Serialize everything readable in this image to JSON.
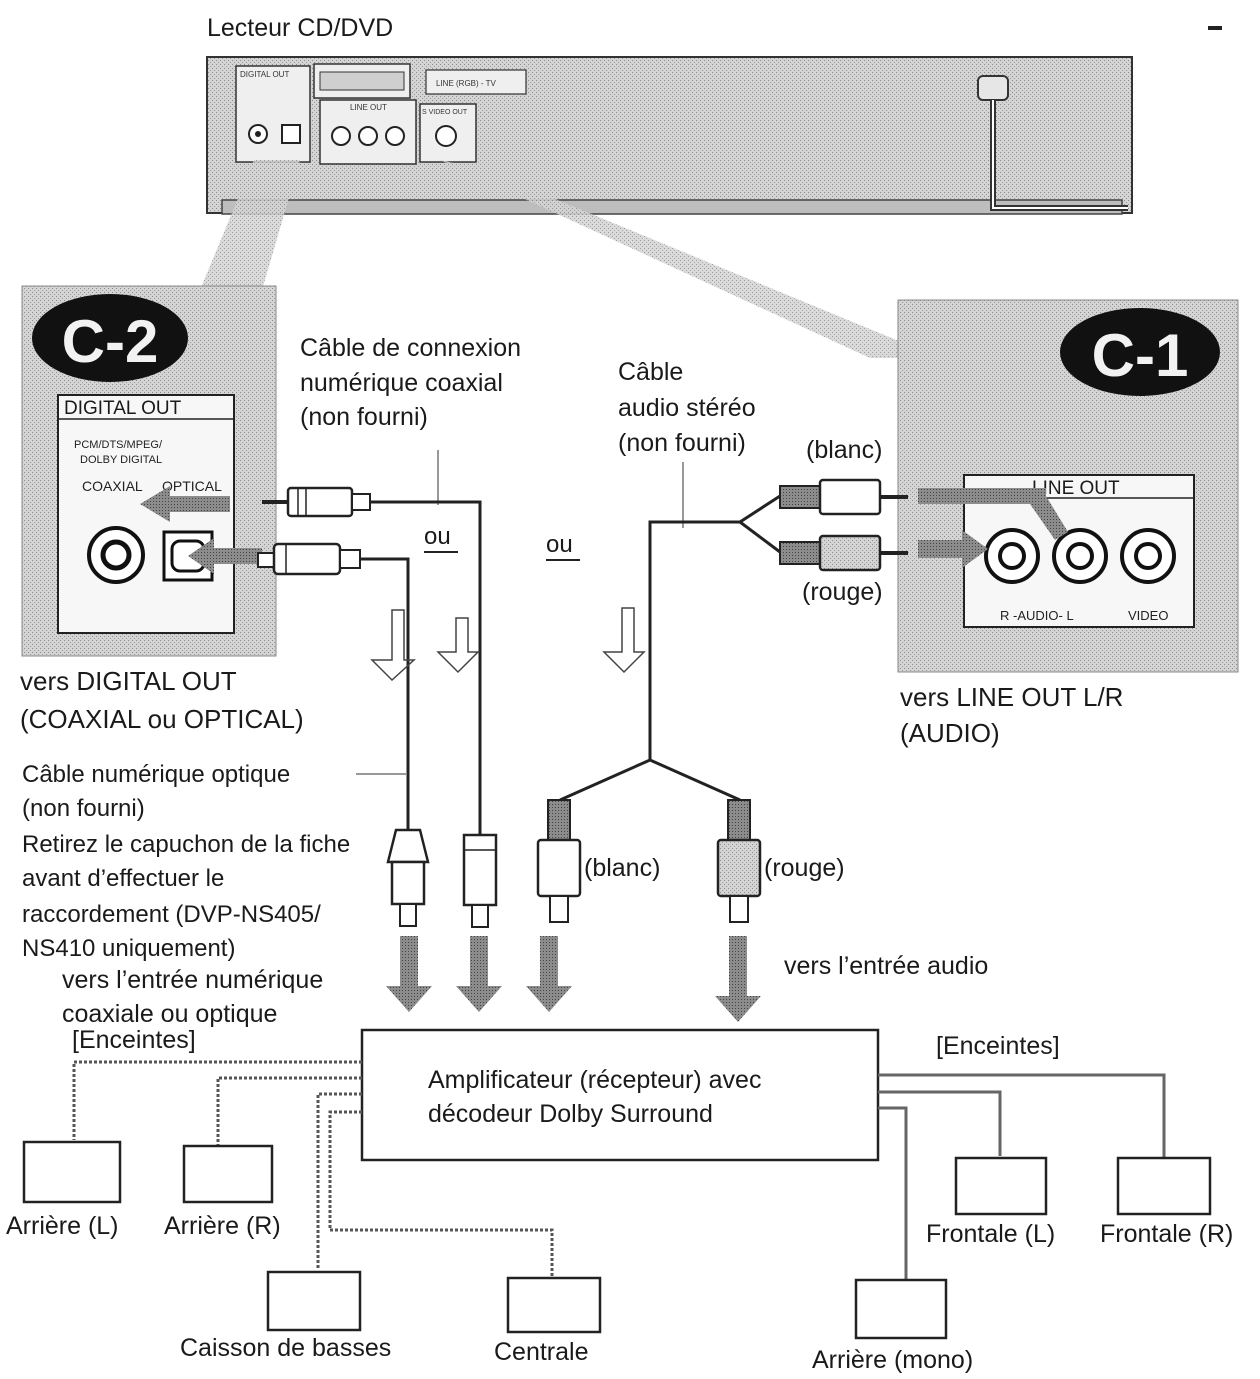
{
  "player": {
    "title": "Lecteur CD/DVD",
    "panel_labels": {
      "digital_out": "DIGITAL OUT",
      "line_out": "LINE OUT",
      "s_video_out": "S VIDEO OUT",
      "line_rgb": "LINE (RGB) - TV"
    }
  },
  "badges": {
    "c2": "C-2",
    "c1": "C-1"
  },
  "c2_panel": {
    "header": "DIGITAL OUT",
    "formats_line1": "PCM/DTS/MPEG/",
    "formats_line2": "DOLBY DIGITAL",
    "coaxial": "COAXIAL",
    "optical": "OPTICAL",
    "caption_line1": "vers DIGITAL OUT",
    "caption_line2": "(COAXIAL ou OPTICAL)"
  },
  "c1_panel": {
    "header": "LINE OUT",
    "audio_label": "R -AUDIO- L",
    "video_label": "VIDEO",
    "caption_line1": "vers LINE OUT L/R",
    "caption_line2": "(AUDIO)"
  },
  "cables": {
    "coax_line1": "Câble de connexion",
    "coax_line2": "numérique coaxial",
    "coax_line3": "(non fourni)",
    "stereo_line1": "Câble",
    "stereo_line2": "audio stéréo",
    "stereo_line3": "(non fourni)",
    "white_top": "(blanc)",
    "red_top": "(rouge)",
    "or_left": "ou",
    "or_middle": "ou",
    "optical_line1": "Câble numérique optique",
    "optical_line2": "(non fourni)",
    "cap_note_line1": "Retirez le capuchon de la fiche",
    "cap_note_line2": "avant d’effectuer le",
    "cap_note_line3": "raccordement (DVP-NS405/",
    "cap_note_line4": "NS410 uniquement)",
    "white_bottom": "(blanc)",
    "red_bottom": "(rouge)",
    "to_digital_line1": "vers l’entrée numérique",
    "to_digital_line2": "coaxiale ou optique",
    "to_audio": "vers l’entrée audio"
  },
  "amplifier": {
    "line1": "Amplificateur (récepteur) avec",
    "line2": "décodeur Dolby Surround"
  },
  "speakers": {
    "heading_left": "[Enceintes]",
    "heading_right": "[Enceintes]",
    "rear_l": "Arrière (L)",
    "rear_r": "Arrière (R)",
    "subwoofer": "Caisson de basses",
    "center": "Centrale",
    "rear_mono": "Arrière (mono)",
    "front_l": "Frontale (L)",
    "front_r": "Frontale (R)"
  }
}
